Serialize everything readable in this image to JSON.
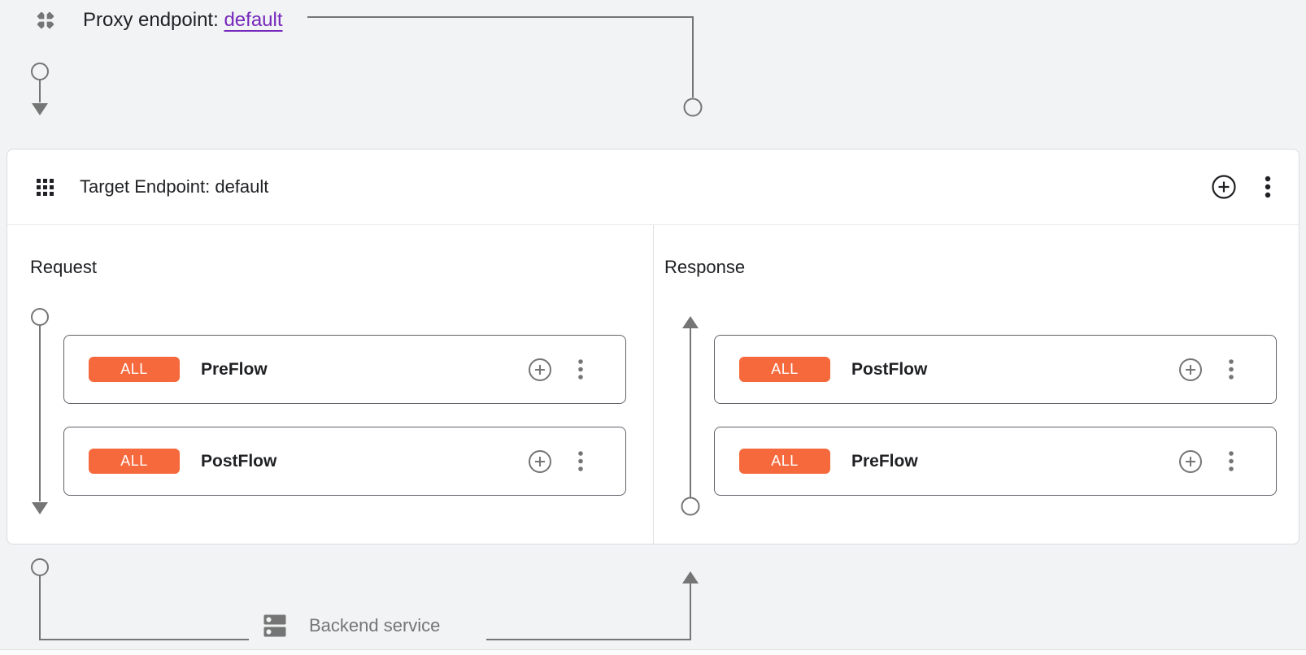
{
  "proxy_endpoint": {
    "label": "Proxy endpoint:",
    "link_text": "default"
  },
  "target_endpoint": {
    "title": "Target Endpoint: default",
    "request": {
      "label": "Request",
      "flows": [
        {
          "condition": "ALL",
          "name": "PreFlow"
        },
        {
          "condition": "ALL",
          "name": "PostFlow"
        }
      ]
    },
    "response": {
      "label": "Response",
      "flows": [
        {
          "condition": "ALL",
          "name": "PostFlow"
        },
        {
          "condition": "ALL",
          "name": "PreFlow"
        }
      ]
    }
  },
  "backend": {
    "label": "Backend service"
  },
  "icons": {
    "proxy_endpoint": "proxy-endpoint-diamond-icon",
    "target_endpoint": "grid-apps-icon",
    "add": "plus-circle-icon",
    "menu": "kebab-menu-icon",
    "backend": "server-dns-icon"
  },
  "colors": {
    "background": "#f1f3f4",
    "badge_orange": "#f6693c",
    "link_purple": "#7627bb",
    "connector_gray": "#757575",
    "card_border": "#5f6368"
  }
}
